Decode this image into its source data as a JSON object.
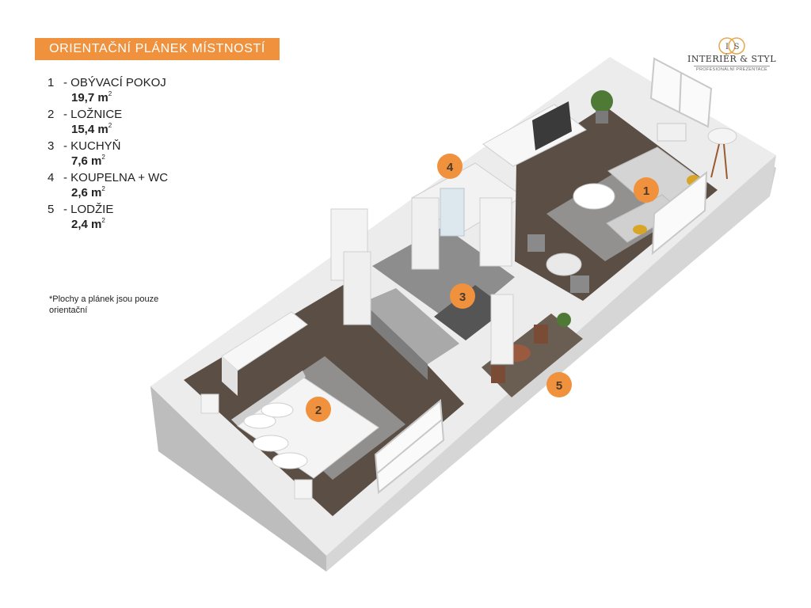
{
  "title": "ORIENTAČNÍ PLÁNEK MÍSTNOSTÍ",
  "rooms": [
    {
      "num": "1",
      "name": "- OBÝVACÍ POKOJ",
      "area": "19,7 m"
    },
    {
      "num": "2",
      "name": "- LOŽNICE",
      "area": "15,4 m"
    },
    {
      "num": "3",
      "name": "- KUCHYŇ",
      "area": "7,6 m"
    },
    {
      "num": "4",
      "name": "- KOUPELNA + WC",
      "area": "2,6 m"
    },
    {
      "num": "5",
      "name": "- LODŽIE",
      "area": "2,4 m"
    }
  ],
  "area_unit_exponent": "2",
  "note": "*Plochy  a plánek jsou pouze orientační",
  "logo": {
    "monogram_left": "I",
    "monogram_right": "S",
    "name": "INTERIÉR & STYL",
    "tagline": "PROFESIONÁLNÍ PREZENTACE"
  },
  "colors": {
    "accent": "#f0913d",
    "wall": "#e9e9e9",
    "floor": "#5b4f45"
  }
}
